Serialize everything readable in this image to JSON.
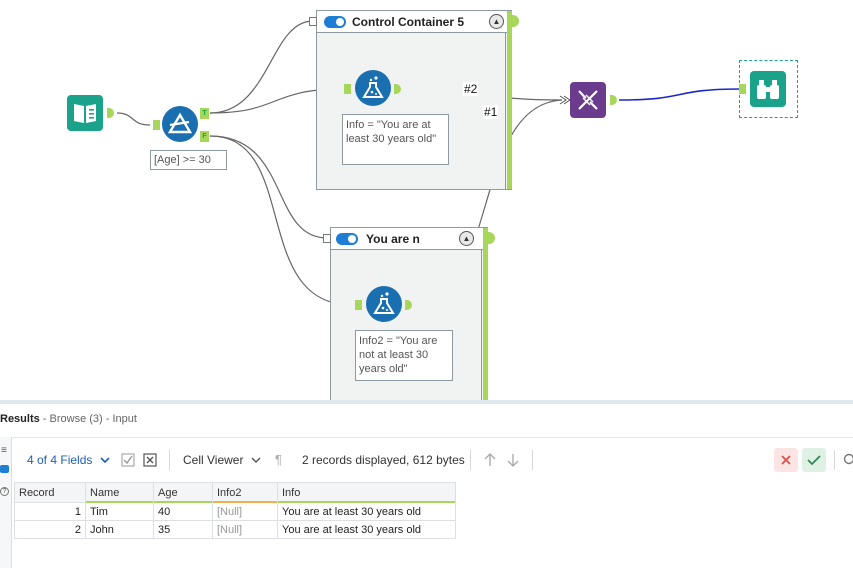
{
  "canvas": {
    "containers": [
      {
        "title": "Control Container 5",
        "collapse_glyph": "▲"
      },
      {
        "title": "You are n",
        "collapse_glyph": "▲"
      }
    ],
    "filter": {
      "true_label": "T",
      "false_label": "F",
      "annotation": "[Age] >= 30"
    },
    "formula1": {
      "annotation_lines": [
        "Info = \"You are at",
        "least 30 years old\""
      ]
    },
    "formula2": {
      "annotation_lines": [
        "Info2 = \"You are",
        "not at least 30",
        "years old\""
      ]
    },
    "union": {
      "label_top": "#2",
      "label_bottom": "#1"
    },
    "icons": {
      "input": "input-data-book-icon",
      "filter": "filter-icon",
      "formula": "formula-flask-icon",
      "union": "union-dna-icon",
      "browse": "browse-binoculars-icon"
    },
    "colors": {
      "accent_green": "#a7d65b",
      "tool_blue": "#1a6fb0",
      "input_teal": "#1aa38a",
      "union_purple": "#6b3c8e",
      "wire_selected": "#1a27c9"
    }
  },
  "results": {
    "title": "Results",
    "subtitle": " - Browse (3) - Input",
    "toolbar": {
      "fields_label": "4 of 4 Fields",
      "viewer_label": "Cell Viewer",
      "status": "2 records displayed, 612 bytes"
    },
    "columns": [
      "Record",
      "Name",
      "Age",
      "Info2",
      "Info"
    ],
    "rows": [
      [
        "1",
        "Tim",
        "40",
        "[Null]",
        "You are at least 30 years old"
      ],
      [
        "2",
        "John",
        "35",
        "[Null]",
        "You are at least 30 years old"
      ]
    ]
  }
}
